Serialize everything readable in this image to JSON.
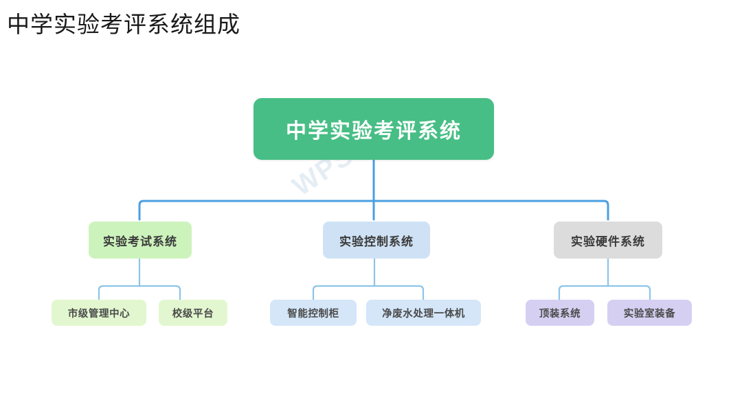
{
  "slide": {
    "title": "中学实验考评系统组成",
    "background_color": "#ffffff",
    "watermark": "WPS Mind"
  },
  "palette": {
    "root_fill": "#47be85",
    "root_text": "#ffffff",
    "level2_green": "#cdf3bd",
    "level2_blue": "#cfe2f5",
    "level2_gray": "#dcdcdc",
    "level3_green": "#e2f7cf",
    "level3_blue": "#d4e6f8",
    "level3_purple": "#d5d0f2",
    "trunk_connector": "#4a9fe0",
    "branch_connector": "#8cc4e8",
    "node_text": "#3a3a3a"
  },
  "chart_data": {
    "type": "diagram",
    "subtype": "org-tree",
    "title": "中学实验考评系统组成",
    "orientation": "top-down",
    "levels": 3,
    "nodes": [
      {
        "id": "root",
        "label": "中学实验考评系统",
        "level": 1,
        "parent": null,
        "color": "#47be85"
      },
      {
        "id": "exam",
        "label": "实验考试系统",
        "level": 2,
        "parent": "root",
        "color": "#cdf3bd"
      },
      {
        "id": "control",
        "label": "实验控制系统",
        "level": 2,
        "parent": "root",
        "color": "#cfe2f5"
      },
      {
        "id": "hardware",
        "label": "实验硬件系统",
        "level": 2,
        "parent": "root",
        "color": "#dcdcdc"
      },
      {
        "id": "city-center",
        "label": "市级管理中心",
        "level": 3,
        "parent": "exam",
        "color": "#e2f7cf"
      },
      {
        "id": "school-platform",
        "label": "校级平台",
        "level": 3,
        "parent": "exam",
        "color": "#e2f7cf"
      },
      {
        "id": "smart-cabinet",
        "label": "智能控制柜",
        "level": 3,
        "parent": "control",
        "color": "#d4e6f8"
      },
      {
        "id": "water-machine",
        "label": "净废水处理一体机",
        "level": 3,
        "parent": "control",
        "color": "#d4e6f8"
      },
      {
        "id": "top-system",
        "label": "顶装系统",
        "level": 3,
        "parent": "hardware",
        "color": "#d5d0f2"
      },
      {
        "id": "lab-equipment",
        "label": "实验室装备",
        "level": 3,
        "parent": "hardware",
        "color": "#d5d0f2"
      }
    ]
  },
  "tree": {
    "root": {
      "label": "中学实验考评系统"
    },
    "branches": [
      {
        "label": "实验考试系统",
        "children": [
          {
            "label": "市级管理中心"
          },
          {
            "label": "校级平台"
          }
        ]
      },
      {
        "label": "实验控制系统",
        "children": [
          {
            "label": "智能控制柜"
          },
          {
            "label": "净废水处理一体机"
          }
        ]
      },
      {
        "label": "实验硬件系统",
        "children": [
          {
            "label": "顶装系统"
          },
          {
            "label": "实验室装备"
          }
        ]
      }
    ]
  }
}
